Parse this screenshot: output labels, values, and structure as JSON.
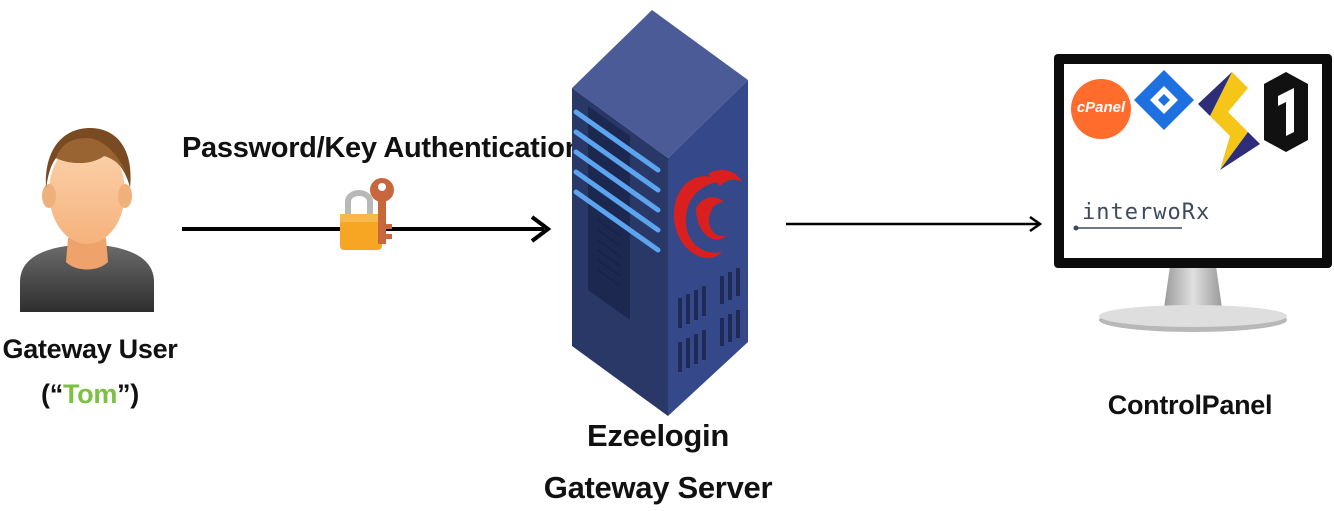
{
  "user": {
    "name": "Gateway User",
    "alias_open": "(“",
    "alias": "Tom",
    "alias_close": "”)",
    "alias_color": "#7bc142"
  },
  "auth": {
    "label": "Password/Key Authentication",
    "icon": "padlock-with-key-icon"
  },
  "server": {
    "title": "Ezeelogin",
    "subtitle": "Gateway Server",
    "icon": "server-rack-icon",
    "logo_color": "#d9201f",
    "body_color": "#2e3e72"
  },
  "control_panel": {
    "label": "ControlPanel",
    "icon": "monitor-icon",
    "logos": [
      {
        "name": "cpanel",
        "text": "cPanel",
        "color": "#ff6c2c"
      },
      {
        "name": "jira",
        "color": "#1e6fe0"
      },
      {
        "name": "litespeed",
        "color": "#f5c518"
      },
      {
        "name": "plesk",
        "color": "#111111"
      },
      {
        "name": "interworx",
        "text": "interwoRx",
        "color": "#3c4a60"
      }
    ]
  }
}
